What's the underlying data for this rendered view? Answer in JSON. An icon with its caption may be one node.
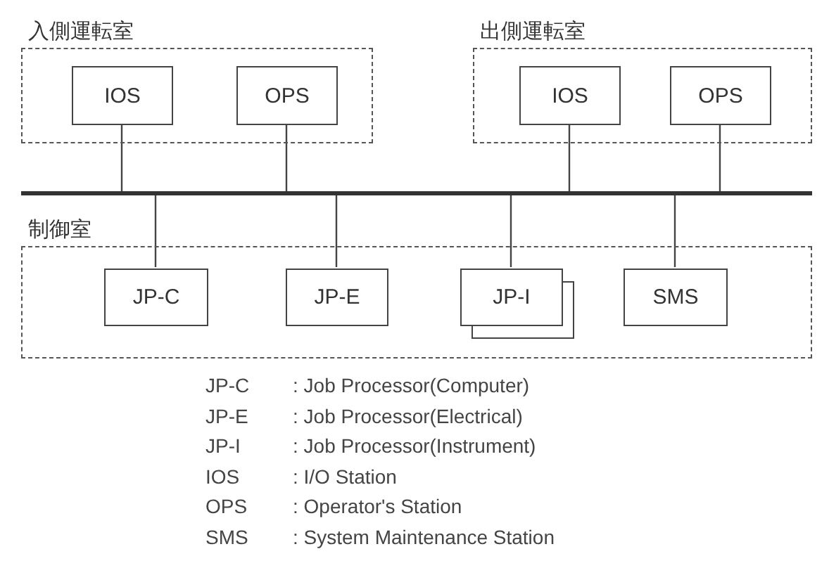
{
  "diagram": {
    "nodes": [
      {
        "text": [
          "入側運転室"
        ]
      },
      {
        "text": [
          "IOS"
        ],
        "in": 0
      },
      {
        "text": [
          "OPS"
        ],
        "in": 0
      },
      {
        "text": [
          "出側運転室"
        ]
      },
      {
        "text": [
          "IOS"
        ],
        "in": 3
      },
      {
        "text": [
          "OPS"
        ],
        "in": 3
      },
      {
        "text": [],
        "shape": "bar"
      },
      {
        "text": [
          "制御室"
        ]
      },
      {
        "text": [
          "JP-C"
        ],
        "in": 7
      },
      {
        "text": [
          "JP-E"
        ],
        "in": 7
      },
      {
        "text": [
          "JP-I"
        ],
        "in": 7
      },
      {
        "text": [
          "SMS"
        ],
        "in": 7
      }
    ],
    "edges": [
      {
        "from": 1,
        "to": 6,
        "arrow": "none"
      },
      {
        "from": 2,
        "to": 6,
        "arrow": "none"
      },
      {
        "from": 4,
        "to": 6,
        "arrow": "none"
      },
      {
        "from": 5,
        "to": 6,
        "arrow": "none"
      },
      {
        "from": 6,
        "to": 8,
        "arrow": "none"
      },
      {
        "from": 6,
        "to": 9,
        "arrow": "none"
      },
      {
        "from": 6,
        "to": 10,
        "arrow": "none"
      },
      {
        "from": 6,
        "to": 11,
        "arrow": "none"
      }
    ],
    "labels": [
      "JP-C",
      ": Job Processor(Computer)",
      "JP-E",
      ": Job Processor(Electrical)",
      "JP-I",
      ": Job Processor(Instrument)",
      "IOS",
      ": I/O Station",
      "OPS",
      ": Operator's Station",
      "SMS",
      ": System Maintenance Station"
    ]
  }
}
